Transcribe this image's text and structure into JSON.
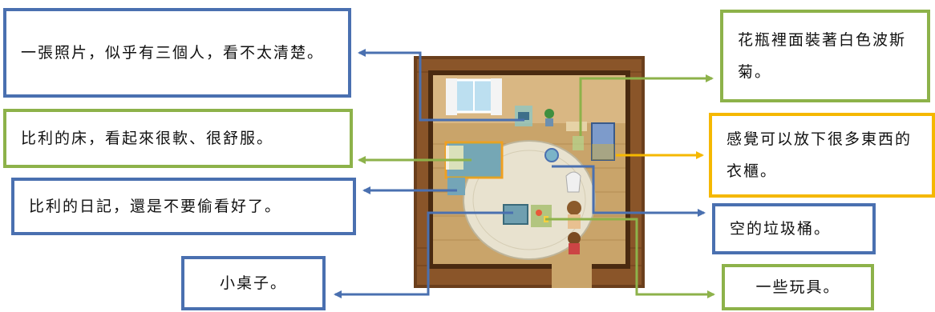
{
  "labels": {
    "photo": "一張照片，似乎有三個人，看不太清楚。",
    "bed": "比利的床，看起來很軟、很舒服。",
    "diary": "比利的日記，還是不要偷看好了。",
    "table": "小桌子。",
    "vase": "花瓶裡面裝著白色波斯菊。",
    "closet": "感覺可以放下很多東西的衣櫃。",
    "trash": "空的垃圾桶。",
    "toys": "一些玩具。"
  },
  "colors": {
    "blue": "#4a70b0",
    "green": "#8db24a",
    "orange": "#f5b800",
    "wall": "#6b3f1c",
    "floor": "#c9a46a"
  }
}
